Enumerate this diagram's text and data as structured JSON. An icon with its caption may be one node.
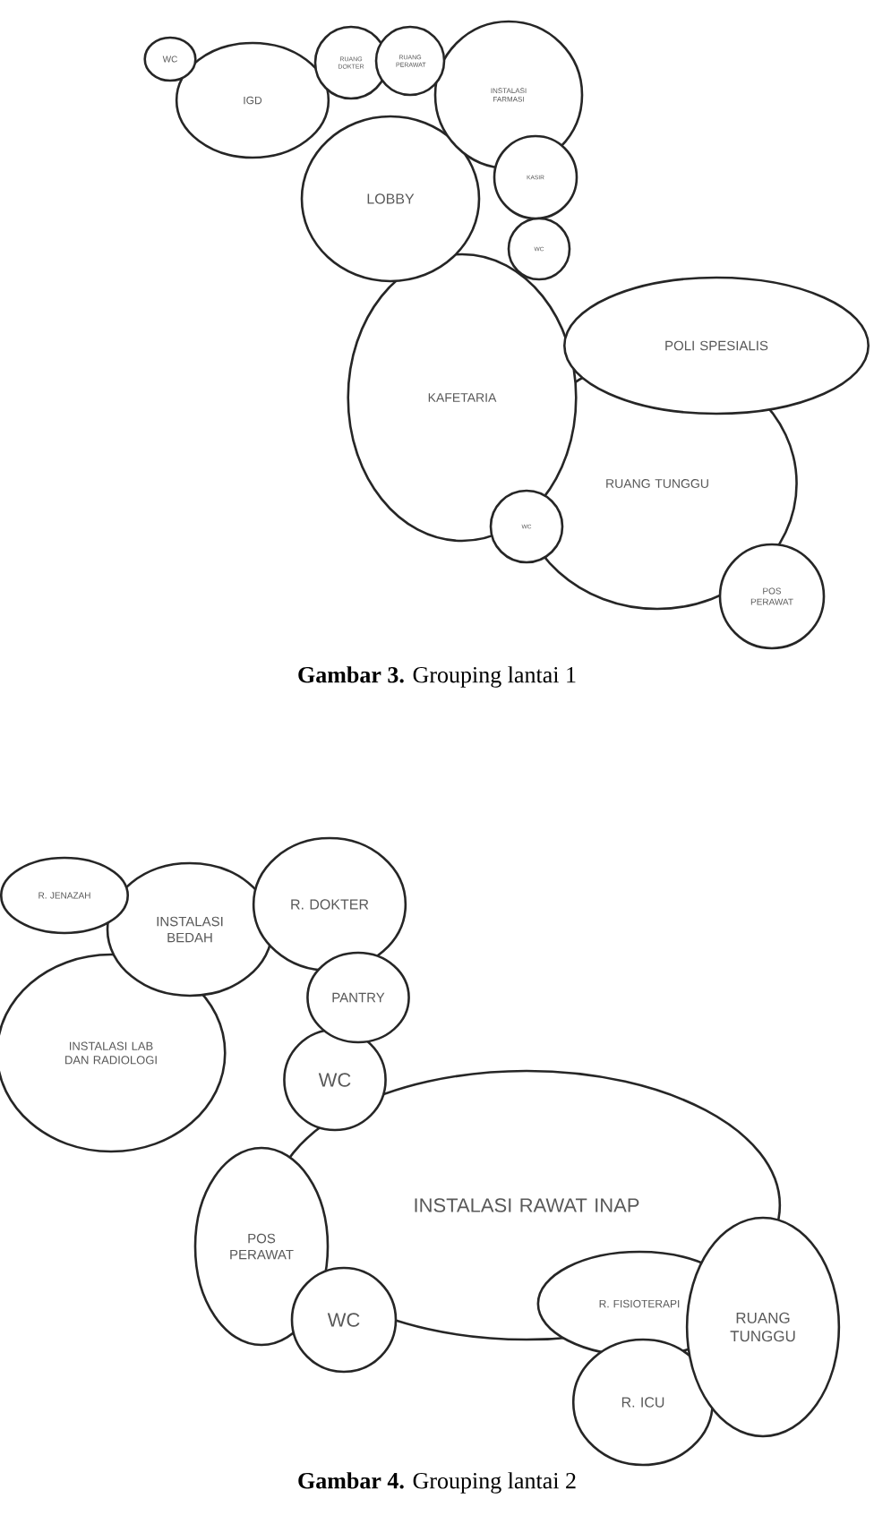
{
  "diagram": {
    "nodes": [
      {
        "text": [
          "WC"
        ]
      },
      {
        "text": [
          "IGD"
        ]
      },
      {
        "text": [
          "RUANG DOKTER"
        ]
      },
      {
        "text": [
          "RUANG PERAWAT"
        ]
      },
      {
        "text": [
          "INSTALASI FARMASI"
        ]
      },
      {
        "text": [
          "LOBBY"
        ]
      },
      {
        "text": [
          "KASIR"
        ]
      },
      {
        "text": [
          "WC"
        ]
      },
      {
        "text": [
          "KAFETARIA"
        ]
      },
      {
        "text": [
          "POLI SPESIALIS"
        ]
      },
      {
        "text": [
          "RUANG TUNGGU"
        ]
      },
      {
        "text": [
          "WC"
        ]
      },
      {
        "text": [
          "POS PERAWAT"
        ]
      },
      {
        "text": [
          "R. JENAZAH"
        ]
      },
      {
        "text": [
          "INSTALASI BEDAH"
        ]
      },
      {
        "text": [
          "R. DOKTER"
        ]
      },
      {
        "text": [
          "INSTALASI LAB DAN RADIOLOGI"
        ]
      },
      {
        "text": [
          "PANTRY"
        ]
      },
      {
        "text": [
          "WC"
        ]
      },
      {
        "text": [
          "INSTALASI RAWAT INAP"
        ]
      },
      {
        "text": [
          "POS PERAWAT"
        ]
      },
      {
        "text": [
          "WC"
        ]
      },
      {
        "text": [
          "R. FISIOTERAPI"
        ]
      },
      {
        "text": [
          "R. ICU"
        ]
      },
      {
        "text": [
          "RUANG TUNGGU"
        ]
      }
    ],
    "labels": [
      "**Gambar 3.** Grouping lantai 1",
      "**Gambar 4.** Grouping lantai 2"
    ]
  }
}
